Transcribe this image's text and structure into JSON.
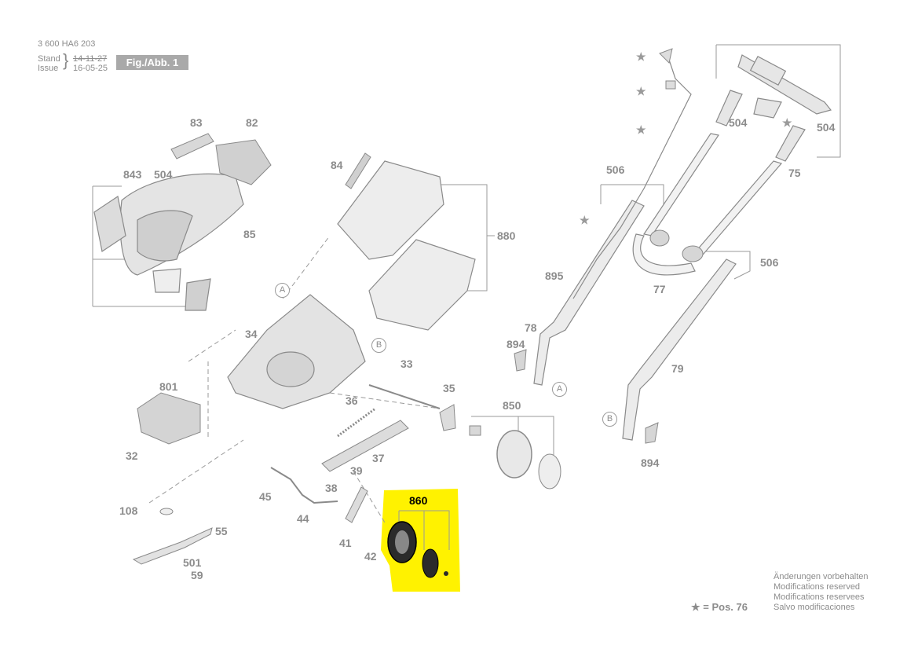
{
  "header": {
    "doc_number": "3 600 HA6 203",
    "stand_label": "Stand",
    "issue_label": "Issue",
    "stand_date": "14-11-27",
    "issue_date": "16-05-25",
    "figure_label": "Fig./Abb. 1"
  },
  "parts": {
    "p83": "83",
    "p82": "82",
    "p843": "843",
    "p504a": "504",
    "p85": "85",
    "p84": "84",
    "p880": "880",
    "p506a": "506",
    "p504b": "504",
    "p504c": "504",
    "p75": "75",
    "p895": "895",
    "p77": "77",
    "p506b": "506",
    "p78": "78",
    "p894a": "894",
    "p79": "79",
    "p34": "34",
    "p801": "801",
    "p33": "33",
    "p35": "35",
    "p36": "36",
    "p850": "850",
    "p37": "37",
    "p32": "32",
    "p39": "39",
    "p38": "38",
    "p45": "45",
    "p860": "860",
    "p108": "108",
    "p44": "44",
    "p55": "55",
    "p41": "41",
    "p42": "42",
    "p501": "501",
    "p59": "59",
    "p894b": "894"
  },
  "refs": {
    "a1": "A",
    "b1": "B",
    "a2": "A",
    "b2": "B"
  },
  "notice": {
    "line1": "Änderungen vorbehalten",
    "line2": "Modifications reserved",
    "line3": "Modifications reservees",
    "line4": "Salvo modificaciones"
  },
  "legend": {
    "text": "★ = Pos. 76"
  },
  "colors": {
    "highlight": "#fff200",
    "line": "#9a9a9a",
    "part_fill": "#dcdcdc",
    "dark_part": "#2b2b2b"
  }
}
